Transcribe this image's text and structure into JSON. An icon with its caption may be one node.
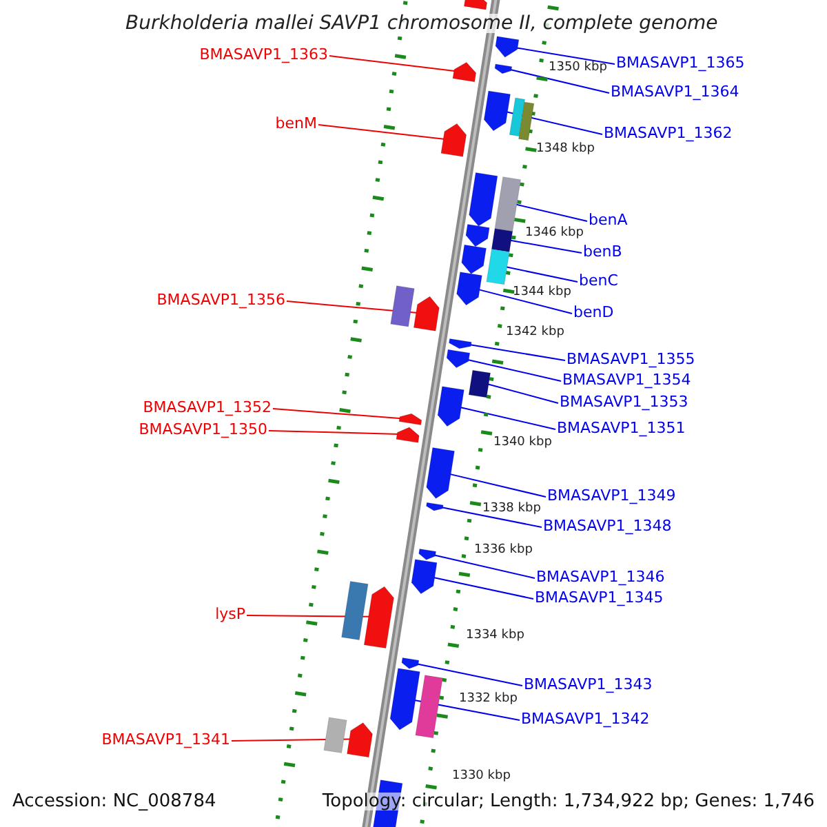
{
  "diagram": {
    "title": "Burkholderia mallei SAVP1 chromosome II, complete genome",
    "nodes": [
      {
        "text": [
          "BMASAVP1_1363"
        ]
      },
      {
        "text": [
          "benM"
        ]
      },
      {
        "text": [
          "BMASAVP1_1356"
        ]
      },
      {
        "text": [
          "BMASAVP1_1352"
        ]
      },
      {
        "text": [
          "BMASAVP1_1350"
        ]
      },
      {
        "text": [
          "lysP"
        ]
      },
      {
        "text": [
          "BMASAVP1_1341"
        ]
      },
      {
        "text": [
          "BMASAVP1_1365"
        ]
      },
      {
        "text": [
          "BMASAVP1_1364"
        ]
      },
      {
        "text": [
          "BMASAVP1_1362"
        ]
      },
      {
        "text": [
          "benA"
        ]
      },
      {
        "text": [
          "benB"
        ]
      },
      {
        "text": [
          "benC"
        ]
      },
      {
        "text": [
          "benD"
        ]
      },
      {
        "text": [
          "BMASAVP1_1355"
        ]
      },
      {
        "text": [
          "BMASAVP1_1354"
        ]
      },
      {
        "text": [
          "BMASAVP1_1353"
        ]
      },
      {
        "text": [
          "BMASAVP1_1351"
        ]
      },
      {
        "text": [
          "BMASAVP1_1349"
        ]
      },
      {
        "text": [
          "BMASAVP1_1348"
        ]
      },
      {
        "text": [
          "BMASAVP1_1346"
        ]
      },
      {
        "text": [
          "BMASAVP1_1345"
        ]
      },
      {
        "text": [
          "BMASAVP1_1343"
        ]
      },
      {
        "text": [
          "BMASAVP1_1342"
        ]
      },
      {
        "text": [],
        "shape": "arrow"
      },
      {
        "text": [],
        "shape": "arrow"
      },
      {
        "text": [],
        "shape": "arrow"
      },
      {
        "text": [],
        "shape": "arrow"
      },
      {
        "text": [],
        "shape": "arrow"
      },
      {
        "text": [],
        "shape": "bar"
      },
      {
        "text": [],
        "shape": "bar"
      },
      {
        "text": [],
        "shape": "arrow"
      },
      {
        "text": [],
        "shape": "arrow"
      },
      {
        "text": [],
        "shape": "bar"
      },
      {
        "text": [],
        "shape": "arrow"
      },
      {
        "text": [],
        "shape": "bar"
      },
      {
        "text": [],
        "shape": "arrow"
      },
      {
        "text": [],
        "shape": "bar"
      },
      {
        "text": [],
        "shape": "arrow"
      },
      {
        "text": [],
        "shape": "bar"
      },
      {
        "text": [],
        "shape": "arrow"
      },
      {
        "text": [],
        "shape": "arrow"
      },
      {
        "text": [],
        "shape": "arrow"
      },
      {
        "text": [],
        "shape": "bar"
      },
      {
        "text": [],
        "shape": "arrow"
      },
      {
        "text": [],
        "shape": "arrow"
      },
      {
        "text": [],
        "shape": "arrow"
      },
      {
        "text": [],
        "shape": "arrow"
      },
      {
        "text": [],
        "shape": "arrow"
      },
      {
        "text": [],
        "shape": "arrow"
      },
      {
        "text": [],
        "shape": "arrow"
      },
      {
        "text": [],
        "shape": "bar"
      },
      {
        "text": [],
        "shape": "arrow"
      },
      {
        "text": [],
        "shape": "arrow"
      },
      {
        "text": [],
        "shape": "arrow"
      },
      {
        "text": [],
        "shape": "bar"
      },
      {
        "text": [],
        "shape": "bar"
      },
      {
        "text": [],
        "shape": "arrow"
      },
      {
        "text": [],
        "shape": "arrow"
      }
    ],
    "edges": [
      {
        "from": 0,
        "to": 27,
        "arrow": "none",
        "color": "#f00000"
      },
      {
        "from": 1,
        "to": 31,
        "arrow": "none",
        "color": "#f00000"
      },
      {
        "from": 2,
        "to": 40,
        "arrow": "none",
        "color": "#f00000"
      },
      {
        "from": 3,
        "to": 45,
        "arrow": "none",
        "color": "#f00000"
      },
      {
        "from": 4,
        "to": 46,
        "arrow": "none",
        "color": "#f00000"
      },
      {
        "from": 5,
        "to": 52,
        "arrow": "none",
        "color": "#f00000"
      },
      {
        "from": 6,
        "to": 57,
        "arrow": "none",
        "color": "#f00000"
      },
      {
        "from": 7,
        "to": 25,
        "arrow": "none"
      },
      {
        "from": 8,
        "to": 26,
        "arrow": "none"
      },
      {
        "from": 9,
        "to": 28,
        "arrow": "none"
      },
      {
        "from": 10,
        "to": 33,
        "arrow": "none"
      },
      {
        "from": 11,
        "to": 35,
        "arrow": "none"
      },
      {
        "from": 12,
        "to": 37,
        "arrow": "none"
      },
      {
        "from": 13,
        "to": 38,
        "arrow": "none"
      },
      {
        "from": 14,
        "to": 41,
        "arrow": "none"
      },
      {
        "from": 15,
        "to": 42,
        "arrow": "none"
      },
      {
        "from": 16,
        "to": 43,
        "arrow": "none"
      },
      {
        "from": 17,
        "to": 44,
        "arrow": "none"
      },
      {
        "from": 18,
        "to": 47,
        "arrow": "none"
      },
      {
        "from": 19,
        "to": 48,
        "arrow": "none"
      },
      {
        "from": 20,
        "to": 49,
        "arrow": "none"
      },
      {
        "from": 21,
        "to": 50,
        "arrow": "none"
      },
      {
        "from": 22,
        "to": 53,
        "arrow": "none"
      },
      {
        "from": 23,
        "to": 54,
        "arrow": "none"
      }
    ],
    "labels": [
      "1350 kbp",
      "1348 kbp",
      "1346 kbp",
      "1344 kbp",
      "1342 kbp",
      "1340 kbp",
      "1338 kbp",
      "1336 kbp",
      "1334 kbp",
      "1332 kbp",
      "1330 kbp",
      "Accession: NC_008784",
      "Topology: circular; Length: 1,734,922 bp; Genes: 1,746"
    ]
  }
}
